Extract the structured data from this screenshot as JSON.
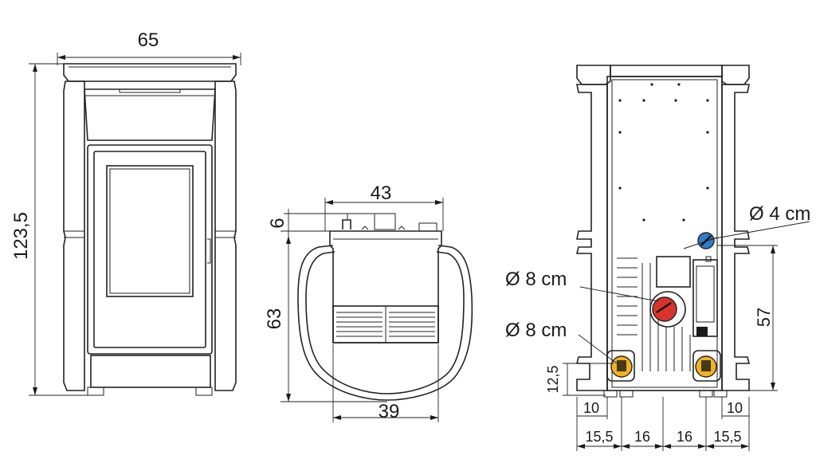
{
  "front_view": {
    "width_label": "65",
    "height_label": "123,5"
  },
  "top_view": {
    "outer_width_label": "43",
    "small_depth_label": "6",
    "depth_label": "63",
    "inner_width_label": "39"
  },
  "rear_view": {
    "hole_small_label": "Ø 4 cm",
    "hole_upper_label": "Ø 8 cm",
    "hole_lower_label": "Ø 8 cm",
    "height_57_label": "57",
    "height_12_5_label": "12,5",
    "offset_left_10_label": "10",
    "offset_right_10_label": "10",
    "bottom_dims": [
      "15,5",
      "16",
      "16",
      "15,5"
    ]
  },
  "colors": {
    "line": "#222222",
    "red_outlet": "#d9342b",
    "yellow_outlet": "#f0b323",
    "blue_outlet": "#2f7ec9"
  }
}
